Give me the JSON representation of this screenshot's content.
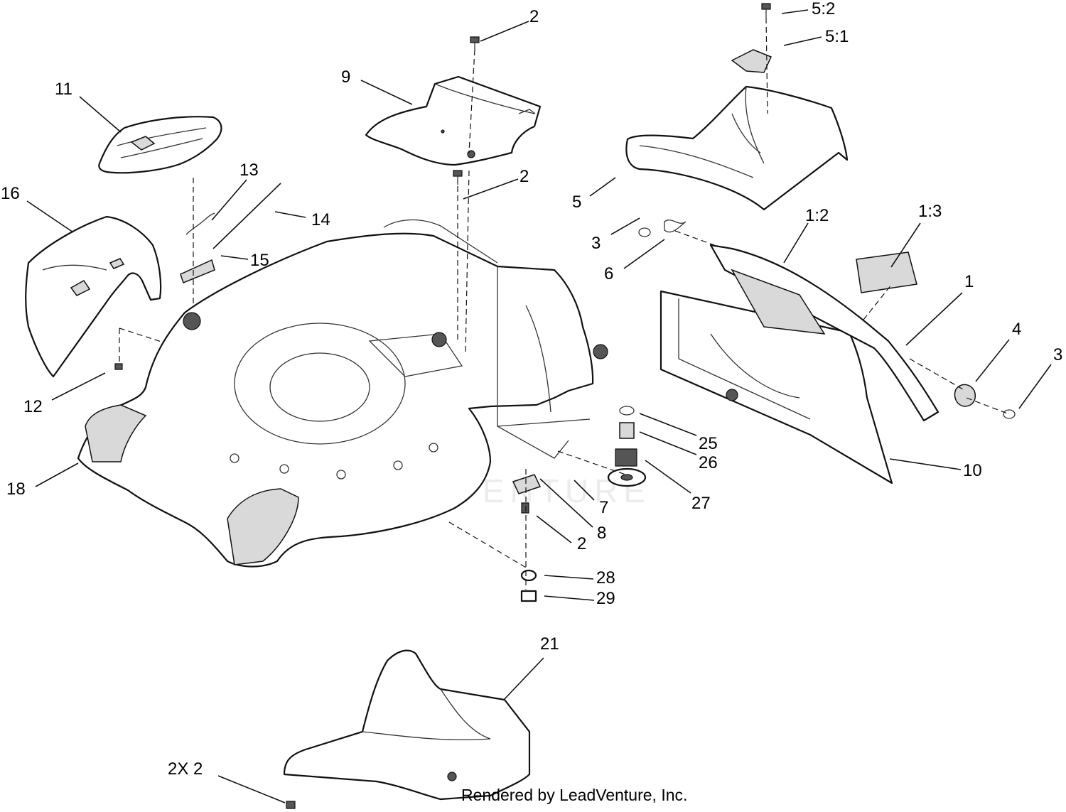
{
  "callouts": {
    "c_2_top": "2",
    "c_5_2": "5:2",
    "c_5_1": "5:1",
    "c_11": "11",
    "c_9": "9",
    "c_13": "13",
    "c_2_mid": "2",
    "c_16": "16",
    "c_14": "14",
    "c_15": "15",
    "c_5": "5",
    "c_1_2": "1:2",
    "c_1_3": "1:3",
    "c_3_left": "3",
    "c_6": "6",
    "c_1": "1",
    "c_4": "4",
    "c_3_right": "3",
    "c_12": "12",
    "c_25": "25",
    "c_26": "26",
    "c_27": "27",
    "c_10": "10",
    "c_18": "18",
    "c_7": "7",
    "c_8": "8",
    "c_2_low": "2",
    "c_28": "28",
    "c_29": "29",
    "c_21": "21",
    "c_2x2": "2X 2"
  },
  "watermark": "LEADVENTURE",
  "credit": "Rendered by LeadVenture, Inc."
}
